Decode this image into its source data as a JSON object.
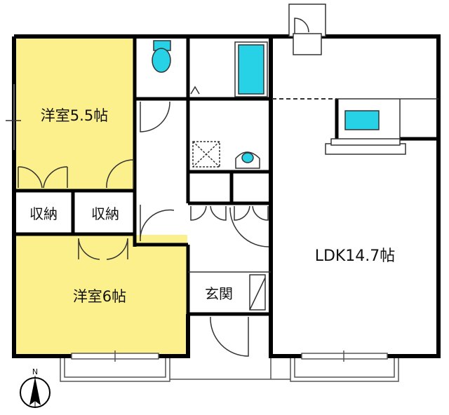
{
  "rooms": {
    "western_room_1": {
      "label": "洋室5.5帖"
    },
    "western_room_2": {
      "label": "洋室6帖"
    },
    "closet_1": {
      "label": "収納"
    },
    "closet_2": {
      "label": "収納"
    },
    "entrance": {
      "label": "玄関"
    },
    "ldk": {
      "label": "LDK14.7帖"
    }
  },
  "compass": {
    "label": "N"
  },
  "colors": {
    "wall": "#000000",
    "western_room_fill": "#fbf08c",
    "fixture_fill": "#27d1e6",
    "background": "#ffffff"
  }
}
